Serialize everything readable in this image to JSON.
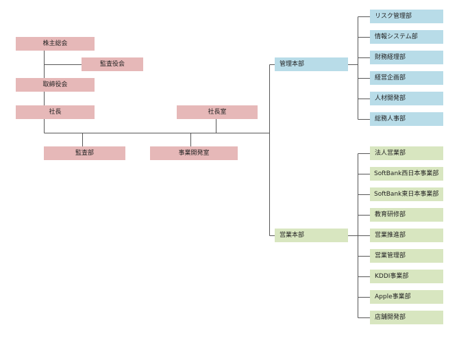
{
  "colors": {
    "pink": "#e6b8b8",
    "blue": "#b8dce8",
    "green": "#d8e6c0",
    "line": "#555555"
  },
  "boxes": {
    "shareholders": "株主総会",
    "audit_board": "監査役会",
    "board": "取締役会",
    "president": "社長",
    "presidents_office": "社長室",
    "audit_dept": "監査部",
    "business_dev": "事業開発室",
    "admin_hq": "管理本部",
    "sales_hq": "営業本部",
    "admin_depts": [
      "リスク管理部",
      "情報システム部",
      "財務経理部",
      "経営企画部",
      "人材開発部",
      "総務人事部"
    ],
    "sales_depts": [
      "法人営業部",
      "SoftBank西日本事業部",
      "SoftBank東日本事業部",
      "教育研修部",
      "営業推進部",
      "営業管理部",
      "KDDI事業部",
      "Apple事業部",
      "店舗開発部"
    ]
  }
}
